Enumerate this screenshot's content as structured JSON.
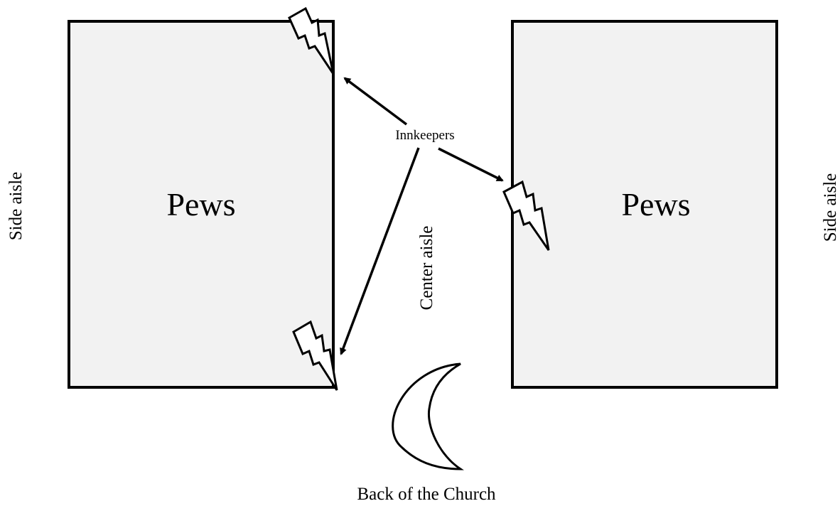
{
  "diagram": {
    "left_pews_label": "Pews",
    "right_pews_label": "Pews",
    "left_side_aisle_label": "Side aisle",
    "right_side_aisle_label": "Side aisle",
    "center_aisle_label": "Center aisle",
    "innkeepers_label": "Innkeepers",
    "back_label": "Back of the Church"
  },
  "icons": {
    "innkeeper_markers": "lightning-bolt",
    "back_marker": "crescent-moon"
  }
}
